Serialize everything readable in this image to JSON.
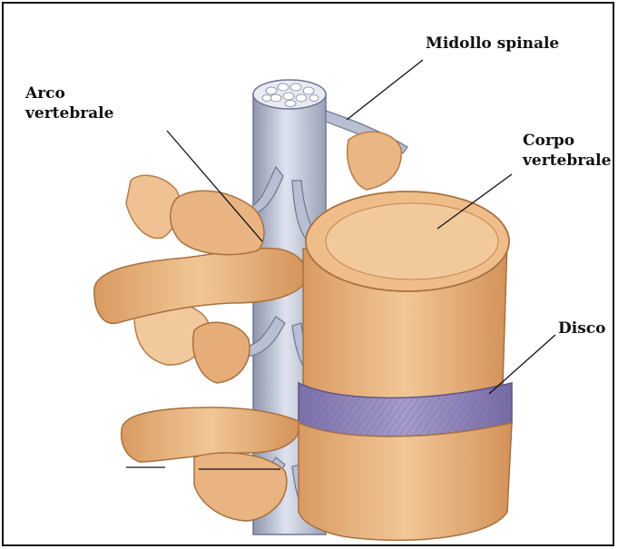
{
  "labels": {
    "midollo_spinale": "Midollo spinale",
    "arco_vertebrale": [
      "Arco",
      "vertebrale"
    ],
    "corpo_vertebrale": [
      "Corpo",
      "vertebrale"
    ],
    "disco": "Disco"
  },
  "colors": {
    "bone": "#e9b27f",
    "bone_light": "#f4cfa3",
    "bone_dark": "#c98a55",
    "disc": "#8a7fb8",
    "spinal_cord": "#b6bcd0",
    "leader_line": "#111111"
  }
}
